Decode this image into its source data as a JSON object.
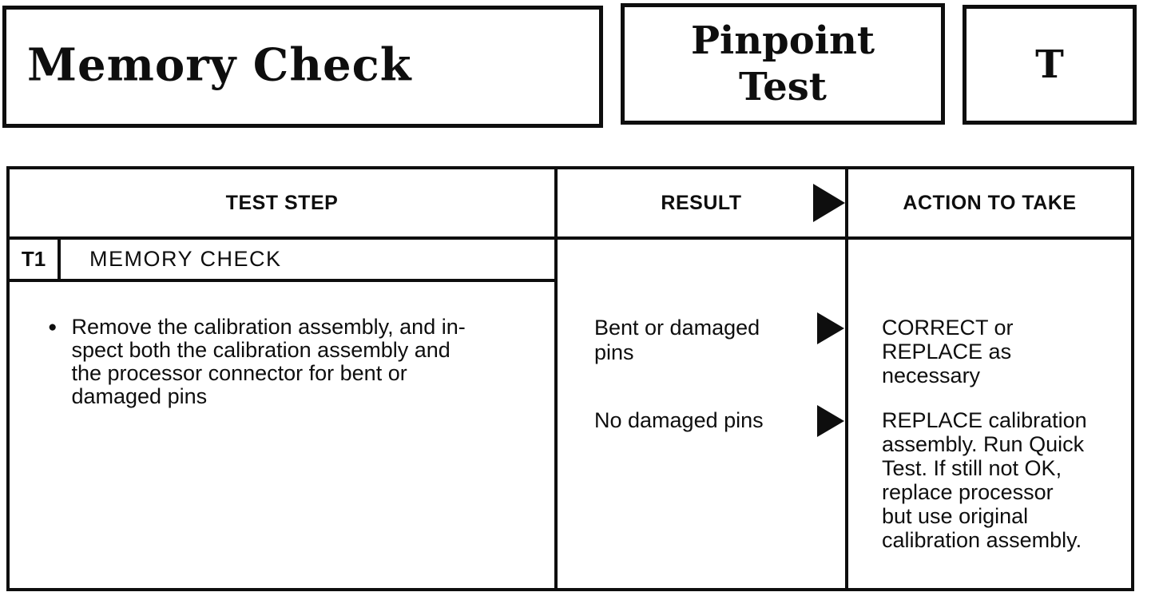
{
  "header": {
    "title": "Memory Check",
    "test_type_lines": [
      "Pinpoint",
      "Test"
    ],
    "test_letter": "T"
  },
  "table": {
    "columns": {
      "test_step": "TEST STEP",
      "result": "RESULT",
      "action": "ACTION TO TAKE"
    },
    "step": {
      "id": "T1",
      "title": "MEMORY CHECK",
      "instruction_lines": [
        "Remove the calibration assembly, and in-",
        "spect both the calibration assembly and",
        "the processor connector for bent or",
        "damaged pins"
      ]
    },
    "outcomes": [
      {
        "result_lines": [
          "Bent or damaged",
          "pins"
        ],
        "action_lines": [
          "CORRECT or",
          "REPLACE as",
          "necessary"
        ]
      },
      {
        "result_lines": [
          "No damaged pins"
        ],
        "action_lines": [
          "REPLACE calibration",
          "assembly. Run Quick",
          "Test. If still not OK,",
          "replace processor",
          "but use original",
          "calibration assembly."
        ]
      }
    ]
  },
  "icons": {
    "bullet": "●",
    "result_arrow": "right-triangle"
  },
  "colors": {
    "ink": "#0e0e0e",
    "paper": "#ffffff"
  }
}
